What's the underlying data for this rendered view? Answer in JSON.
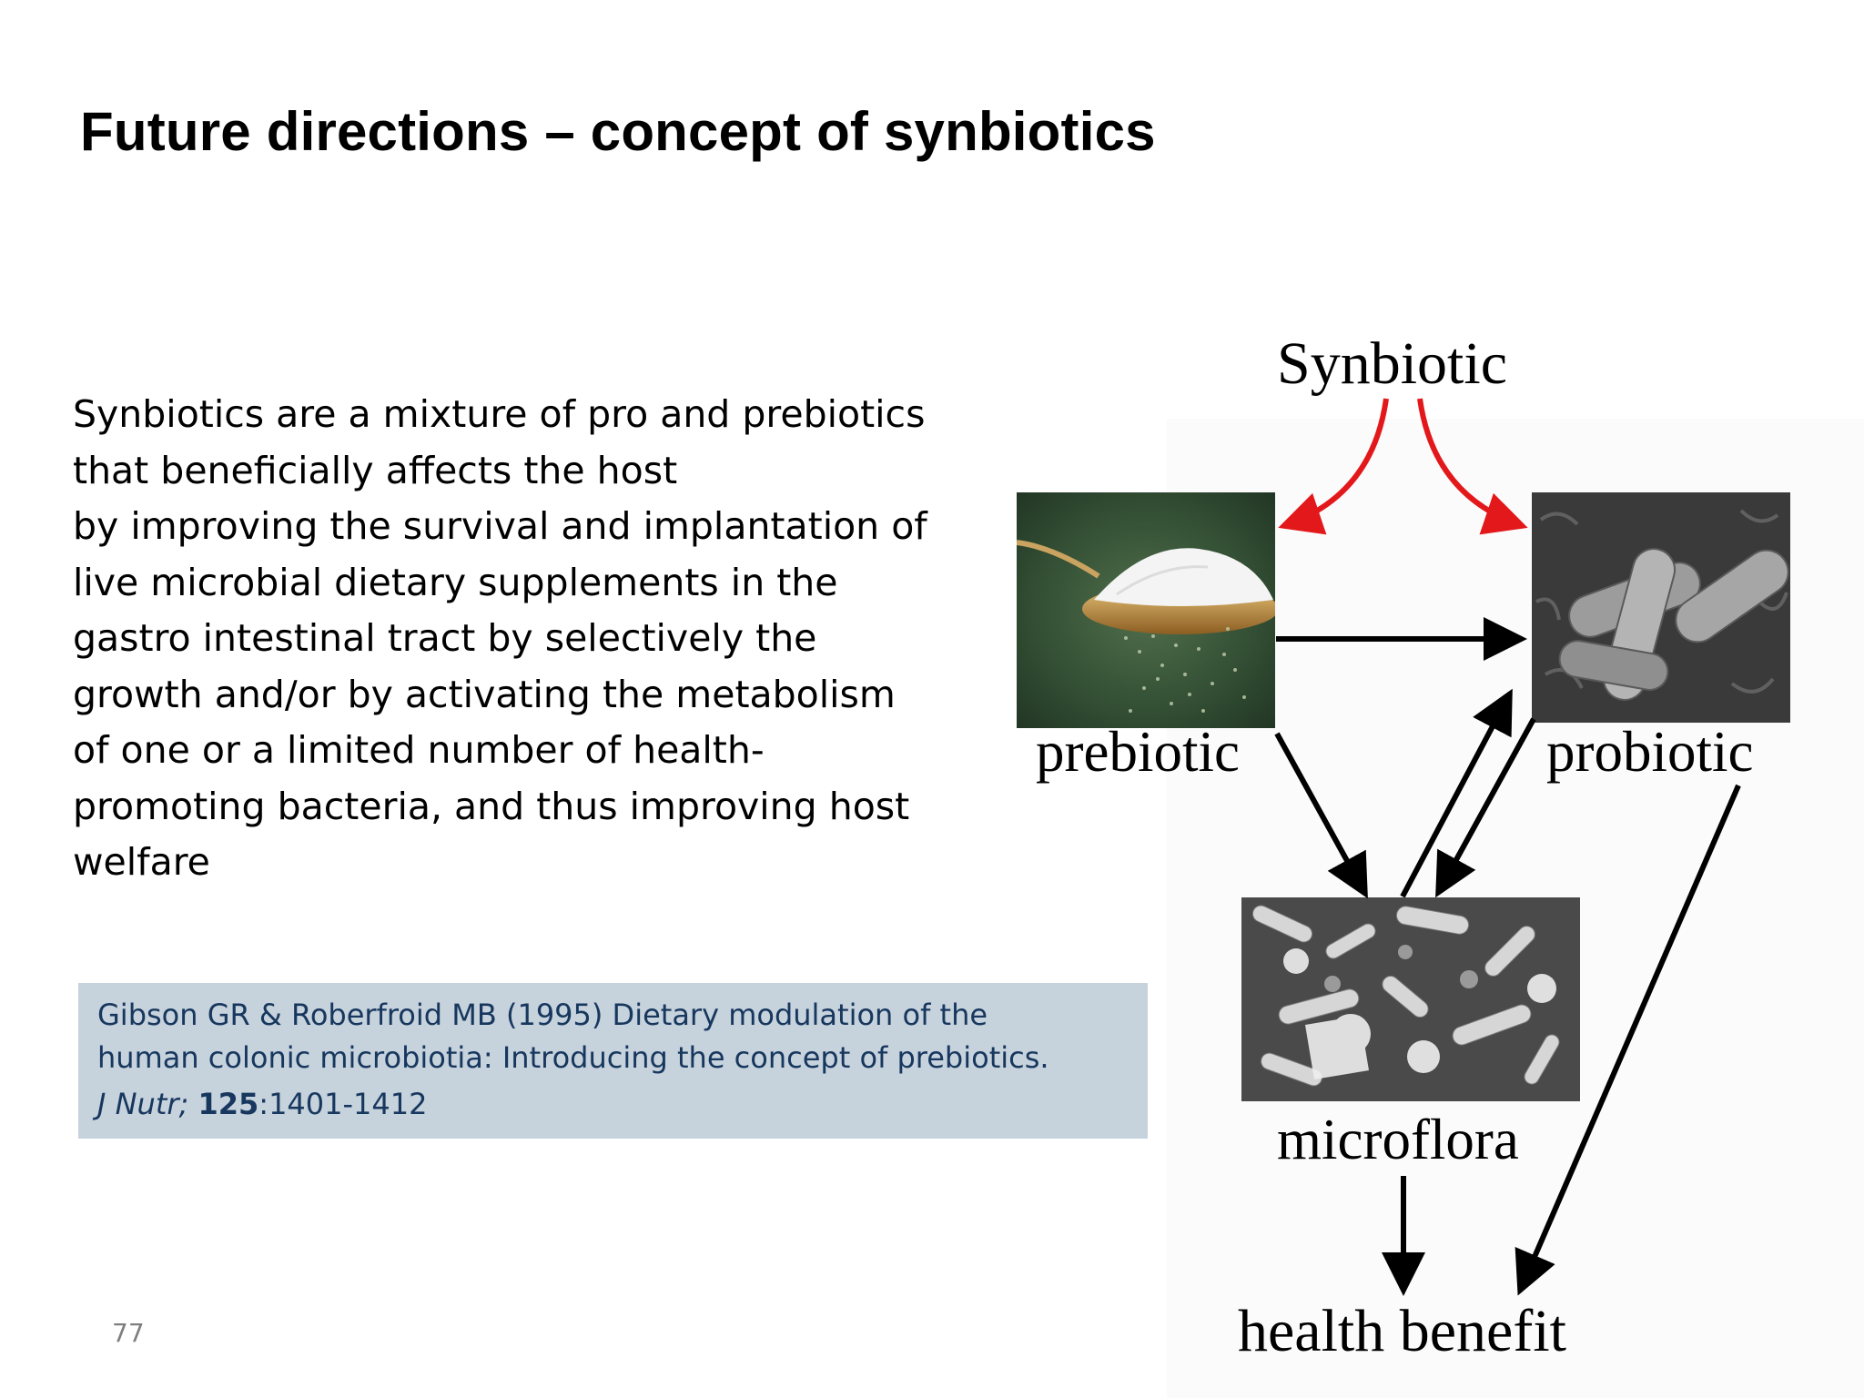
{
  "slide": {
    "title": "Future directions – concept of synbiotics",
    "body_lines": [
      "Synbiotics are a mixture of pro and prebiotics",
      "that beneficially affects the host",
      "by improving the survival and implantation of",
      "live microbial dietary supplements in the",
      "gastro intestinal tract by selectively the",
      "growth and/or by activating the metabolism",
      "of one or a limited number of health-",
      "promoting bacteria, and thus improving host",
      "welfare"
    ],
    "reference": {
      "line1": "Gibson GR & Roberfroid MB (1995) Dietary modulation of the",
      "line2": "human colonic microbiotia: Introducing the concept of prebiotics.",
      "journal": "J Nutr;",
      "volume": "125",
      "pages": ":1401-1412"
    },
    "page_number": "77"
  },
  "diagram": {
    "labels": {
      "synbiotic": "Synbiotic",
      "prebiotic": "prebiotic",
      "probiotic": "probiotic",
      "microflora": "microflora",
      "health_benefit": "health benefit"
    },
    "images": {
      "prebiotic": "sugar-spoon-photo",
      "probiotic": "rod-bacteria-micrograph",
      "microflora": "gut-microflora-micrograph"
    },
    "colors": {
      "synbiotic_arrows": "#e3181b",
      "flow_arrows": "#000000",
      "reference_box": "#c6d2dc",
      "reference_text": "#17375e"
    }
  }
}
